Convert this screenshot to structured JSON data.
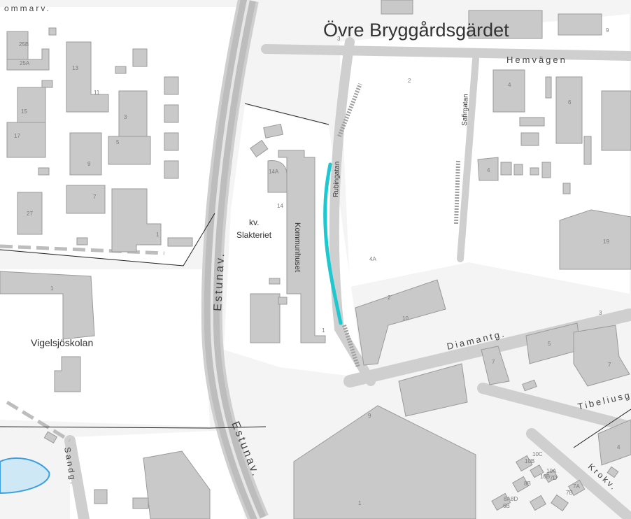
{
  "map": {
    "colors": {
      "land": "#f4f4f4",
      "block": "#ffffff",
      "building": "#c9c9c9",
      "building_stroke": "#9a9a9a",
      "road_fill": "#efefef",
      "road_edge": "#cfcfcf",
      "highway": "#bdbdbd",
      "water": "#cfe8f5",
      "water_edge": "#3b9fe0",
      "highlight": "#1ec8d0",
      "text": "#333333"
    },
    "labels": {
      "district": "Övre Bryggårdsgärdet",
      "kommarv": "ommarv.",
      "hemvagen": "Hemvägen",
      "safirgatan": "Safirgatan",
      "rubingatan": "Rubingatan",
      "kommunhuset": "Kommunhuset",
      "kv": "kv.",
      "slakteriet": "Slakteriet",
      "estunav_upper": "Estunav.",
      "estunav_lower": "Estunav.",
      "vigelsjoskolan": "Vigelsjöskolan",
      "diamantg": "Diamantg.",
      "tibeliusg": "Tibeliusg",
      "sandg": "Sandg.",
      "krokv": "Krokv."
    },
    "numbers": {
      "n3_top": "3",
      "n9_top": "9",
      "n25b": "25B",
      "n25a": "25A",
      "n13": "13",
      "n11": "11",
      "n15": "15",
      "n3_left": "3",
      "n17": "17",
      "n5_left": "5",
      "n9_left": "9",
      "n7_left": "7",
      "n27": "27",
      "n1_left": "1",
      "n2_top": "2",
      "n4_right": "4",
      "n6": "6",
      "n4_mid": "4",
      "n14a": "14A",
      "n14": "14",
      "n19": "19",
      "n4a": "4A",
      "n1_vigel": "1",
      "n2_mid": "2",
      "n10": "10",
      "n3_mid": "3",
      "n5_mid": "5",
      "n7_mid": "7",
      "n7_right": "7",
      "n9_bottom": "9",
      "n1_bottom": "1",
      "n4_bottom": "4",
      "n10c": "10C",
      "n10b": "10B",
      "n10a": "10A",
      "n10b2": "10B",
      "n7d": "7D",
      "n8b": "8B",
      "n7a": "7A",
      "n7b": "7B",
      "n8a": "8A",
      "n8d": "8D",
      "n6b": "6B",
      "n1_komm": "1"
    },
    "highlight": {
      "street": "Rubingatan"
    }
  }
}
